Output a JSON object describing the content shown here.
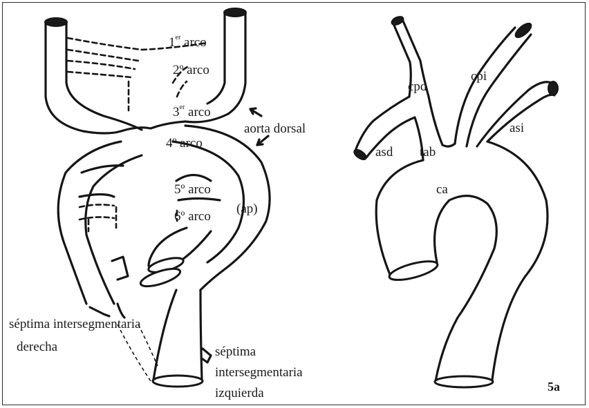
{
  "labels": {
    "arco1_prefix": "1",
    "arco1_sup": "er",
    "arco1_word": "arco",
    "arco2": "2º arco",
    "arco3_prefix": "3",
    "arco3_sup": "er",
    "arco3_word": "arco",
    "arco4": "4º arco",
    "aorta_dorsal": "aorta dorsal",
    "arco5": "5º arco",
    "arco6": "6º arco",
    "ap": "(ap)",
    "septima_derecha_1": "séptima intersegmentaria",
    "septima_derecha_2": "derecha",
    "septima_izquierda_1": "séptima",
    "septima_izquierda_2": "intersegmentaria",
    "septima_izquierda_3": "izquierda",
    "cpd": "cpd",
    "cpi": "cpi",
    "asd": "asd",
    "tab": "tab",
    "asi": "asi",
    "ca": "ca",
    "figure_number": "5a"
  }
}
